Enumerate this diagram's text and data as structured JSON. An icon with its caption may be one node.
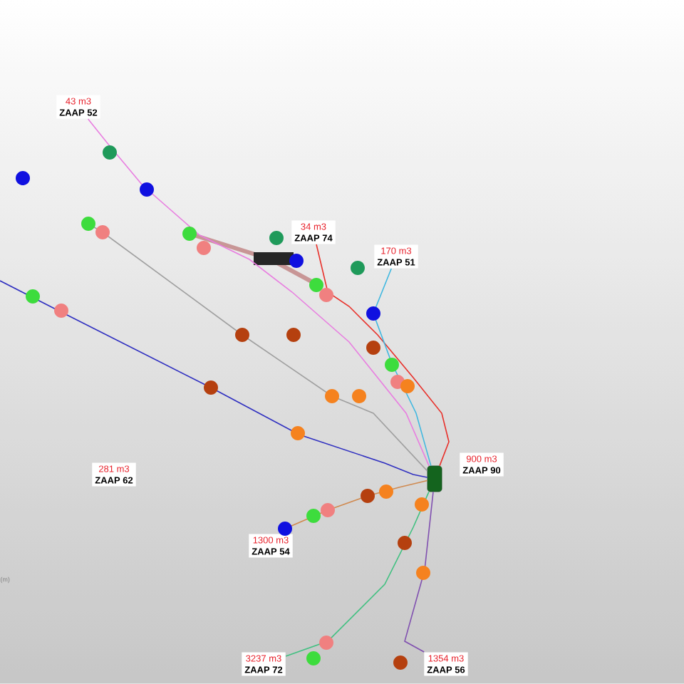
{
  "diagram": {
    "nodes": [
      {
        "text": [],
        "shape": "box"
      },
      {
        "text": [
          "43 m3",
          "ZAAP 52"
        ]
      },
      {
        "text": [
          "34 m3",
          "ZAAP 74"
        ]
      },
      {
        "text": [
          "170 m3",
          "ZAAP 51"
        ]
      },
      {
        "text": [
          "900 m3",
          "ZAAP 90"
        ]
      },
      {
        "text": [
          "281 m3",
          "ZAAP 62"
        ]
      },
      {
        "text": [
          "1300 m3",
          "ZAAP 54"
        ]
      },
      {
        "text": [
          "3237 m3",
          "ZAAP 72"
        ]
      },
      {
        "text": [
          "1354 m3",
          "ZAAP 56"
        ]
      }
    ],
    "edges": [
      {
        "from": 0,
        "to": 1,
        "arrow": "none",
        "color": "#e87ee0"
      },
      {
        "from": 0,
        "to": 2,
        "arrow": "none",
        "color": "#e8302a"
      },
      {
        "from": 0,
        "to": 3,
        "arrow": "none",
        "color": "#40b8e0"
      },
      {
        "from": 0,
        "to": 6,
        "arrow": "none",
        "color": "#d08a50"
      },
      {
        "from": 0,
        "to": 7,
        "arrow": "none",
        "color": "#40c080"
      },
      {
        "from": 0,
        "to": 8,
        "arrow": "none",
        "color": "#8050b0"
      },
      {
        "from": 0,
        "to": null,
        "arrow": "none",
        "color": "#3030c0"
      },
      {
        "from": 0,
        "to": null,
        "arrow": "none",
        "color": "#a0a0a0"
      }
    ],
    "labels": [
      "(m)"
    ]
  }
}
